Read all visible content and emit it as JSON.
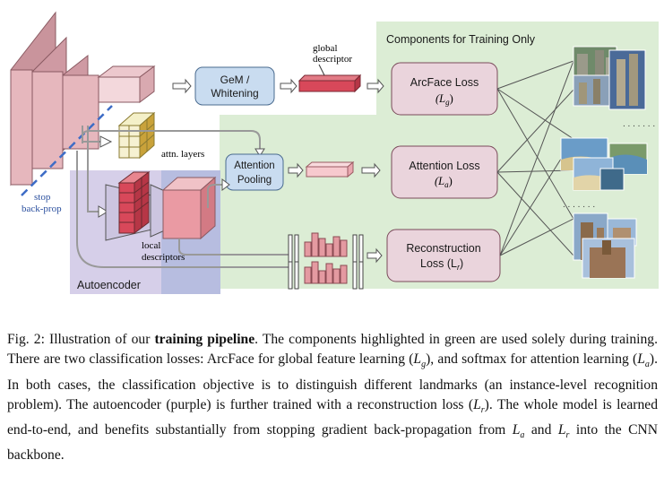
{
  "diagram": {
    "region_green_title": "Components for Training Only",
    "region_purple_title": "Autoencoder",
    "gem_line1": "GeM /",
    "gem_line2": "Whitening",
    "global_line1": "global",
    "global_line2": "descriptor",
    "attn_layers": "attn. layers",
    "attn_pool_line1": "Attention",
    "attn_pool_line2": "Pooling",
    "local_line1": "local",
    "local_line2": "descriptors",
    "stop_line1": "stop",
    "stop_line2": "back-prop",
    "arcface_line1": "ArcFace Loss",
    "arcface_line2": "(L",
    "arcface_sub": "g",
    "attention_loss_line1": "Attention Loss",
    "attention_loss_line2": "(L",
    "attention_loss_sub": "a",
    "recon_line1": "Reconstruction",
    "recon_line2": "Loss (L",
    "recon_sub": "r",
    "close_paren": ")",
    "dots": ". . . . . . ."
  },
  "caption": {
    "fig_label": "Fig. 2:",
    "text_a": " Illustration of our ",
    "bold": "training pipeline",
    "text_b": ". The components highlighted in green are used solely during training. There are two classification losses: ArcFace for global feature learning (",
    "Lg": "L",
    "Lg_sub": "g",
    "text_c": "), and softmax for attention learning (",
    "La": "L",
    "La_sub": "a",
    "text_d": "). In both cases, the classification objective is to distinguish different landmarks (an instance-level recognition problem). The autoencoder (purple) is further trained with a reconstruction loss (",
    "Lr": "L",
    "Lr_sub": "r",
    "text_e": "). The whole model is learned end-to-end, and benefits substantially from stopping gradient back-propagation from ",
    "La2": "L",
    "La2_sub": "a",
    "text_f": " and ",
    "Lr2": "L",
    "Lr2_sub": "r",
    "text_g": " into the CNN backbone."
  },
  "colors": {
    "green_region": "#dcedd5",
    "purple_region": "#d6cfe9",
    "blue_region": "#b7bde0",
    "backbone_pink": "#e6b7bd",
    "loss_box": "#ead4dc",
    "gem_box": "#c9dcf0",
    "red_bar": "#d8485a",
    "stop_line": "#3d6cc6"
  }
}
